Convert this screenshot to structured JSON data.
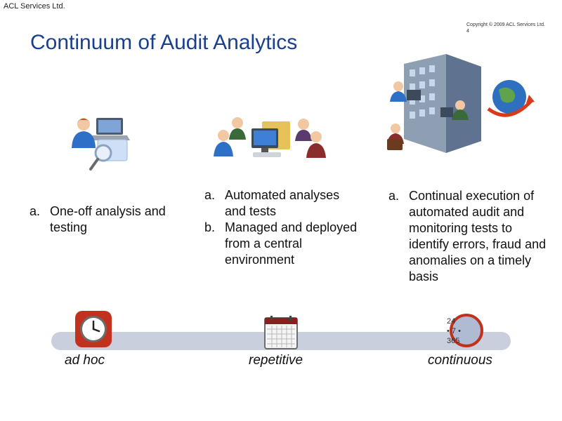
{
  "header": {
    "company": "ACL Services Ltd.",
    "copyright_line1": "Copyright © 2009 ACL Services Ltd.",
    "copyright_line2": "4"
  },
  "title": "Continuum of Audit Analytics",
  "columns": [
    {
      "items": [
        {
          "marker": "a.",
          "text": "One-off analysis and testing"
        }
      ]
    },
    {
      "items": [
        {
          "marker": "a.",
          "text": "Automated analyses and tests"
        },
        {
          "marker": "b.",
          "text": "Managed and deployed from a central environment"
        }
      ]
    },
    {
      "items": [
        {
          "marker": "a.",
          "text": "Continual execution of automated audit and monitoring tests to identify errors, fraud and anomalies on a timely basis"
        }
      ]
    }
  ],
  "timeline": {
    "adhoc": "ad hoc",
    "repetitive": "repetitive",
    "continuous": "continuous",
    "cont_24": "24",
    "cont_7": "• 7 •",
    "cont_365": "365"
  },
  "icons": {
    "clock": "clock-icon",
    "calendar": "calendar-icon",
    "continuous": "continuous-cycle-icon"
  }
}
